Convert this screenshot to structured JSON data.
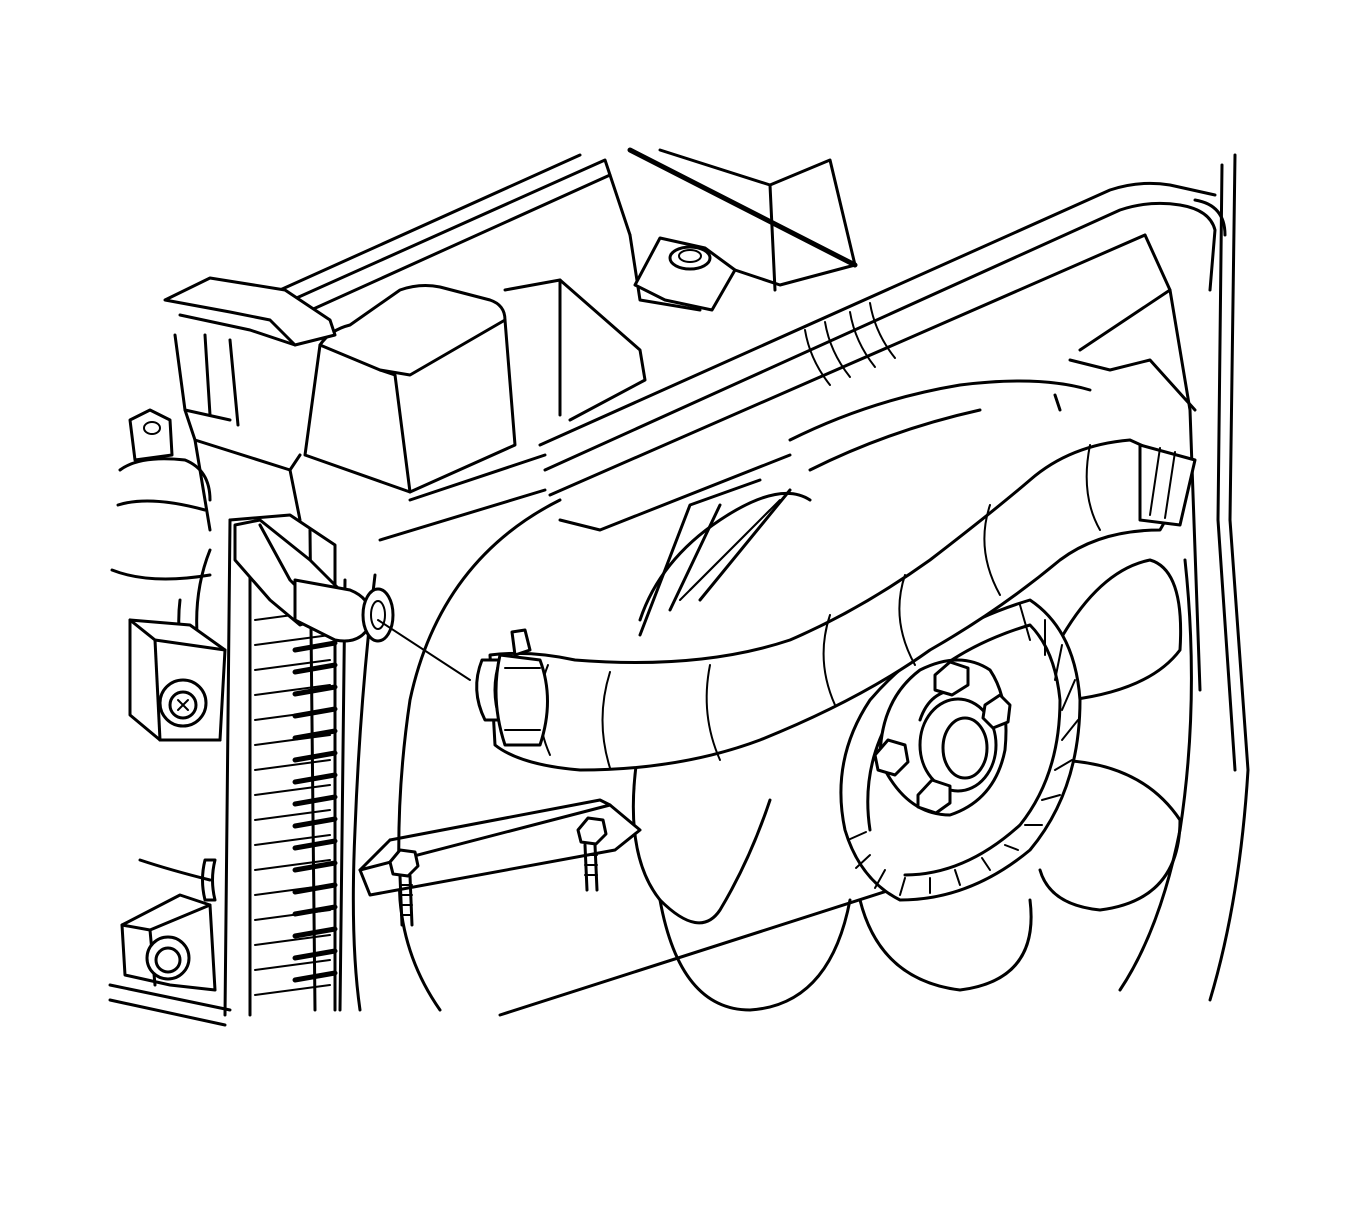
{
  "figure": {
    "style": "black line-art technical illustration",
    "background_color": "#ffffff",
    "line_color": "#000000",
    "components": [
      "radiator",
      "radiator-upper-hose",
      "hose-clamp",
      "fan-shroud",
      "engine-cooling-fan",
      "fan-clutch-hub",
      "air-cleaner-housing",
      "mounting-bracket",
      "bolt",
      "coolant-reservoir"
    ]
  }
}
